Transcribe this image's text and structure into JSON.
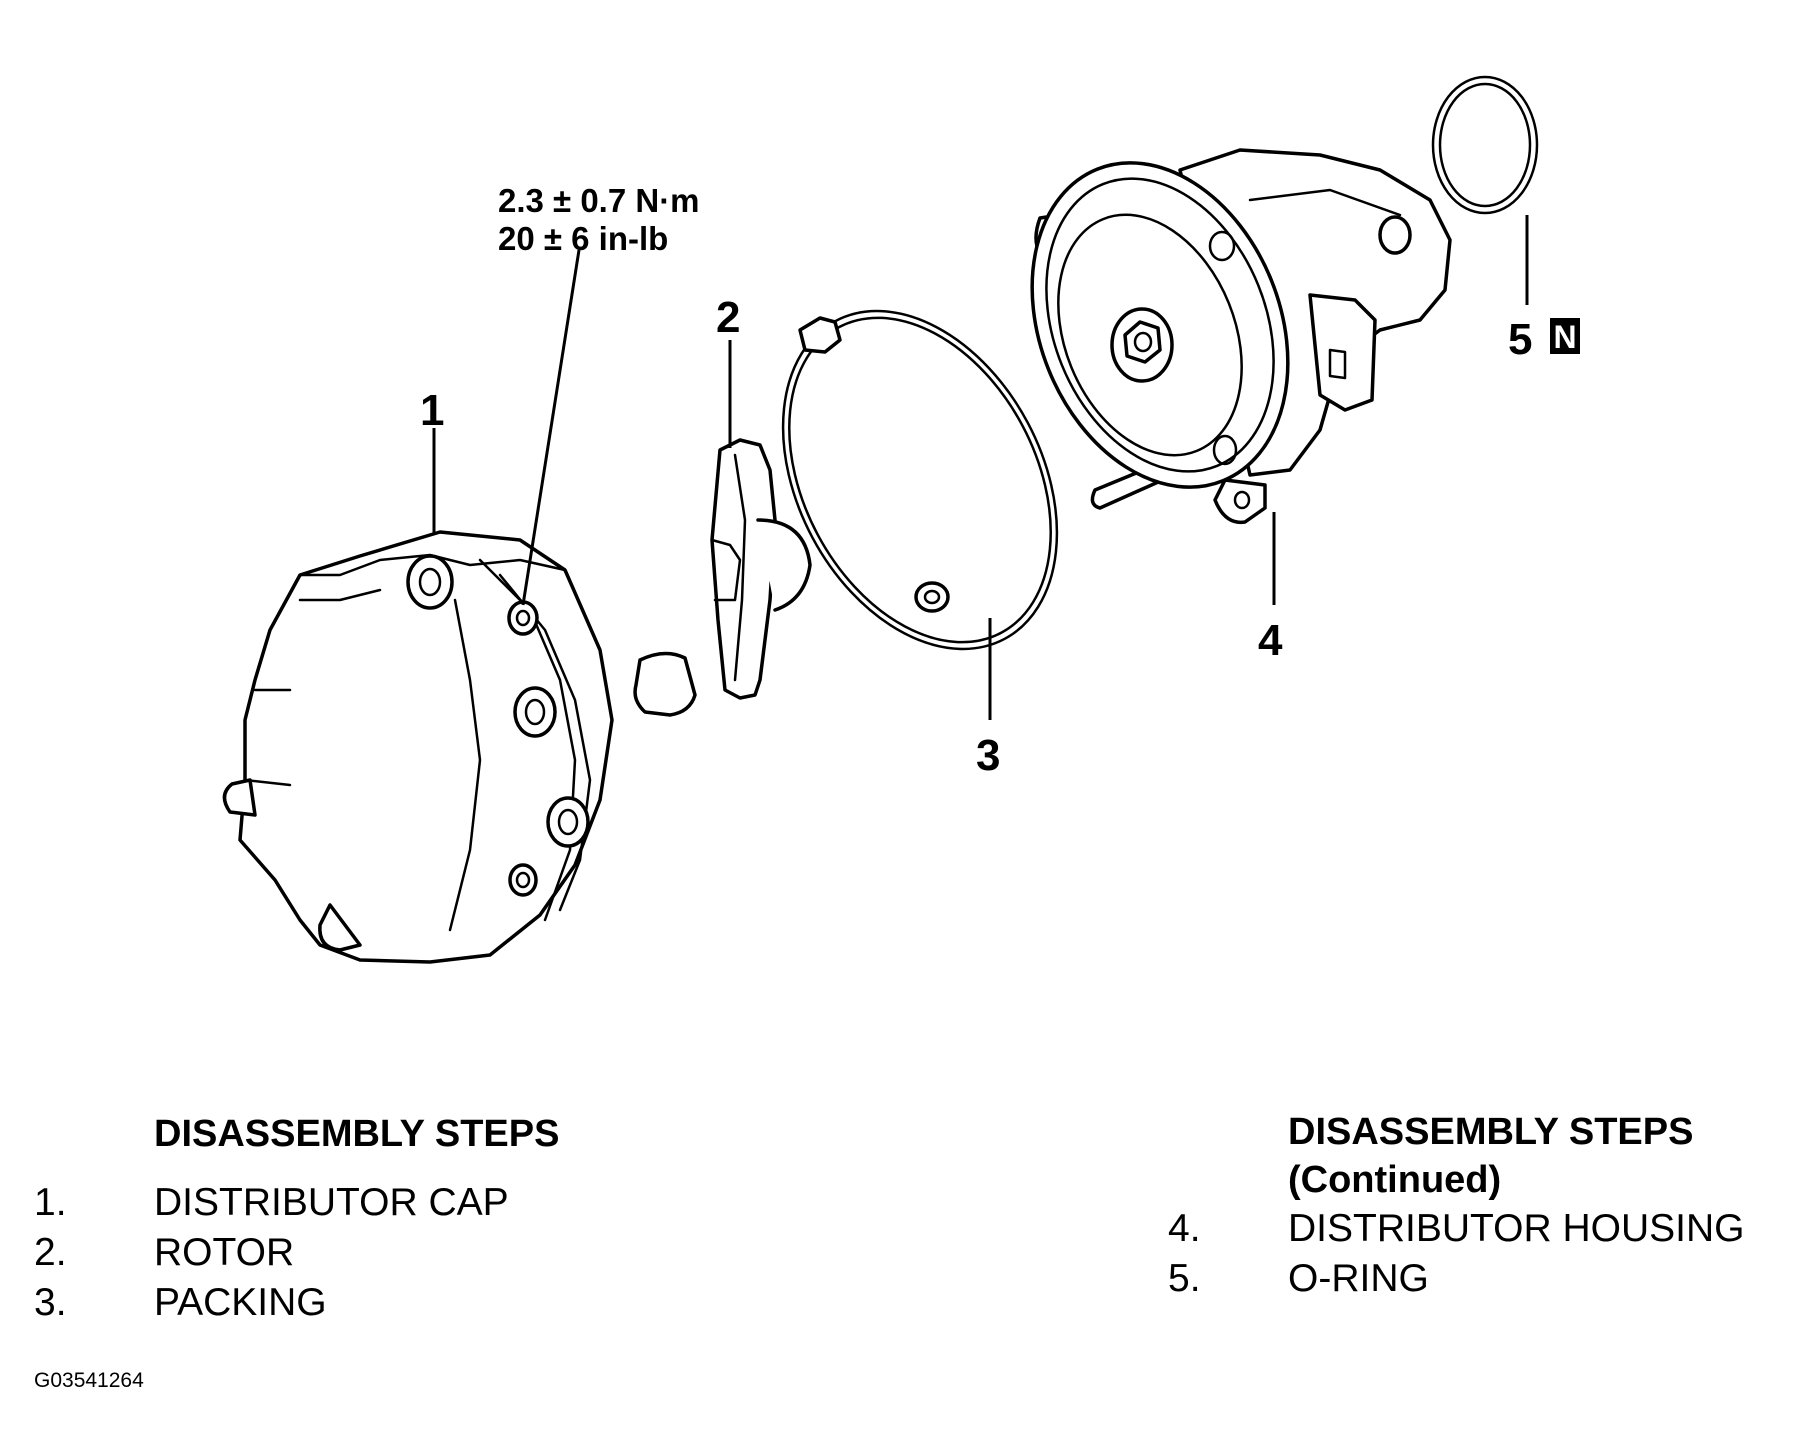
{
  "callouts": {
    "c1": "1",
    "c2": "2",
    "c3": "3",
    "c4": "4",
    "c5": "5",
    "c5_badge": "N"
  },
  "torque": {
    "line1": "2.3 ± 0.7  N·m",
    "line2": "20 ± 6 in-lb"
  },
  "steps_left": {
    "heading": "DISASSEMBLY STEPS",
    "items": [
      {
        "num": "1.",
        "label": "DISTRIBUTOR CAP"
      },
      {
        "num": "2.",
        "label": "ROTOR"
      },
      {
        "num": "3.",
        "label": "PACKING"
      }
    ]
  },
  "steps_right": {
    "heading": "DISASSEMBLY STEPS",
    "subheading": "(Continued)",
    "items": [
      {
        "num": "4.",
        "label": "DISTRIBUTOR HOUSING"
      },
      {
        "num": "5.",
        "label": "O-RING"
      }
    ]
  },
  "figure_id": "G03541264"
}
